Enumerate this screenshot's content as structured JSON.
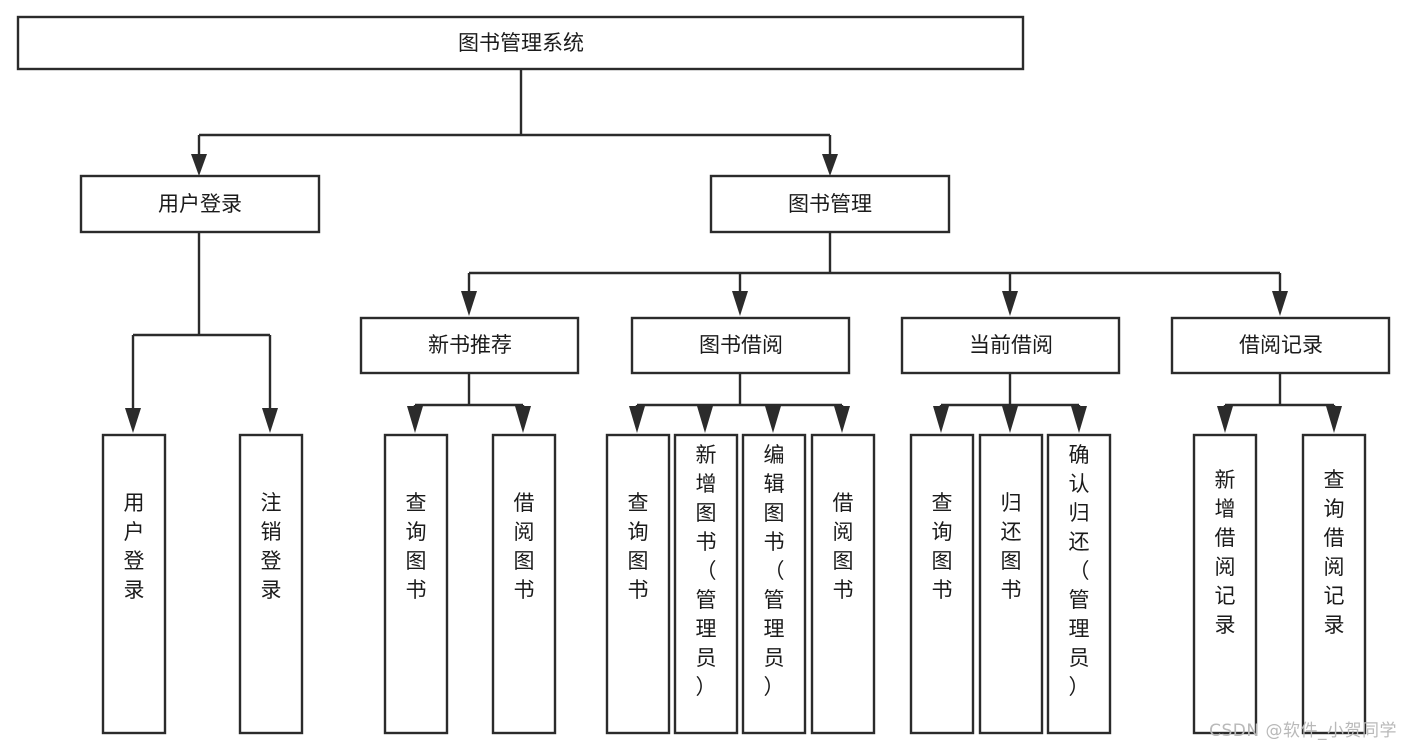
{
  "diagram": {
    "title": "图书管理系统",
    "type": "tree",
    "orientation": "top-down",
    "colors": {
      "background": "#ffffff",
      "box_stroke": "#2b2b2b",
      "box_fill": "#ffffff",
      "text": "#1b1b1b",
      "connector": "#2b2b2b",
      "watermark": "#b9b9b9"
    },
    "root": {
      "label": "图书管理系统",
      "orientation": "horizontal"
    },
    "level2": [
      {
        "label": "用户登录",
        "orientation": "horizontal"
      },
      {
        "label": "图书管理",
        "orientation": "horizontal"
      }
    ],
    "level3": [
      {
        "label": "新书推荐",
        "orientation": "horizontal",
        "parent": "图书管理"
      },
      {
        "label": "图书借阅",
        "orientation": "horizontal",
        "parent": "图书管理"
      },
      {
        "label": "当前借阅",
        "orientation": "horizontal",
        "parent": "图书管理"
      },
      {
        "label": "借阅记录",
        "orientation": "horizontal",
        "parent": "图书管理"
      }
    ],
    "leaves": {
      "用户登录": [
        {
          "label": "用户登录",
          "orientation": "vertical"
        },
        {
          "label": "注销登录",
          "orientation": "vertical"
        }
      ],
      "新书推荐": [
        {
          "label": "查询图书",
          "orientation": "vertical"
        },
        {
          "label": "借阅图书",
          "orientation": "vertical"
        }
      ],
      "图书借阅": [
        {
          "label": "查询图书",
          "orientation": "vertical"
        },
        {
          "label": "新增图书（管理员）",
          "orientation": "vertical"
        },
        {
          "label": "编辑图书（管理员）",
          "orientation": "vertical"
        },
        {
          "label": "借阅图书",
          "orientation": "vertical"
        }
      ],
      "当前借阅": [
        {
          "label": "查询图书",
          "orientation": "vertical"
        },
        {
          "label": "归还图书",
          "orientation": "vertical"
        },
        {
          "label": "确认归还（管理员）",
          "orientation": "vertical"
        }
      ],
      "借阅记录": [
        {
          "label": "新增借阅记录",
          "orientation": "vertical"
        },
        {
          "label": "查询借阅记录",
          "orientation": "vertical"
        }
      ]
    }
  },
  "watermark": {
    "text": "CSDN @软件_小贺同学"
  }
}
